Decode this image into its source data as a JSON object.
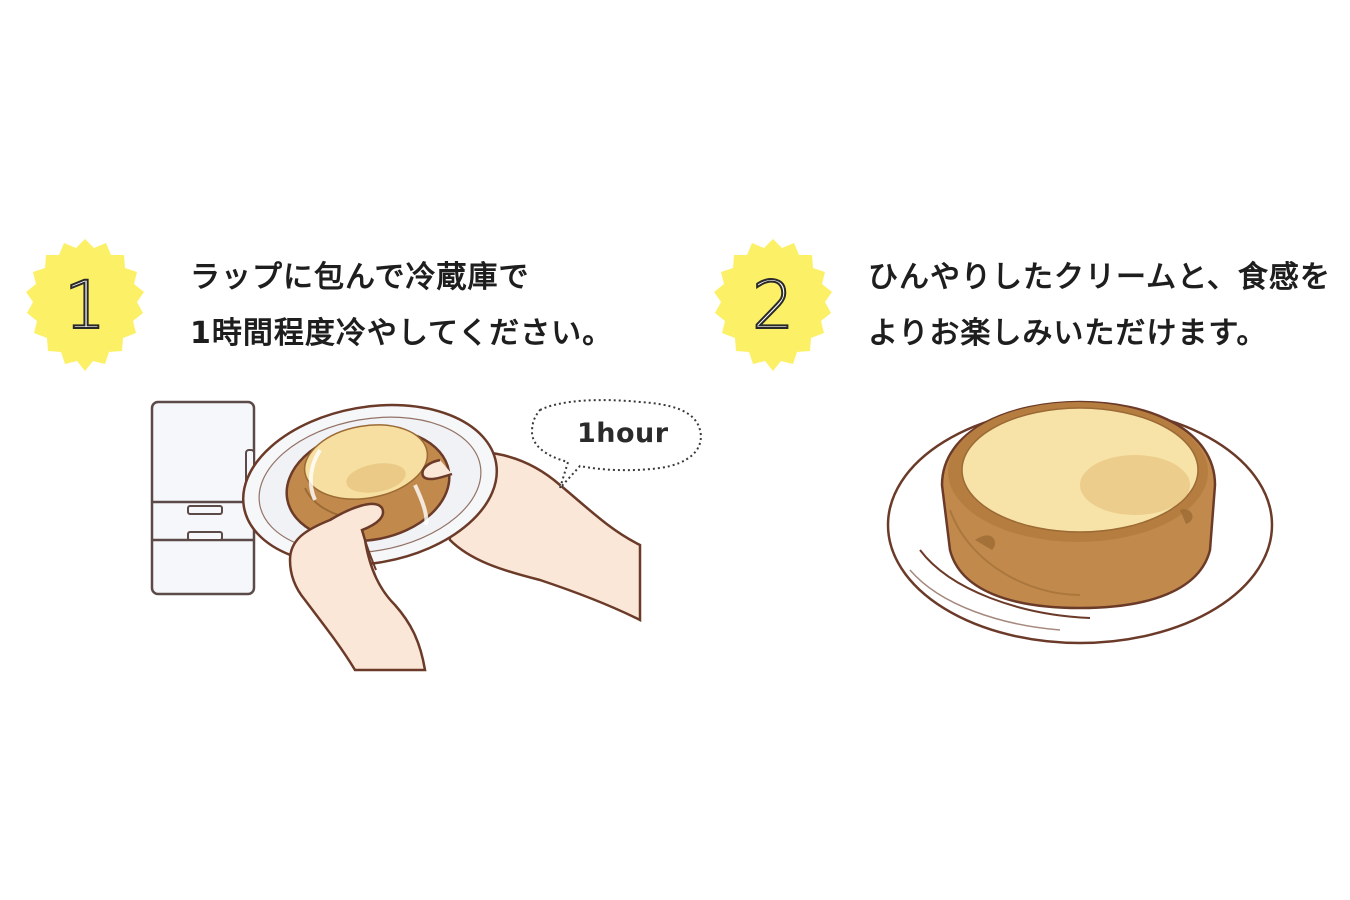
{
  "steps": [
    {
      "number": "1",
      "line1": "ラップに包んで冷蔵庫で",
      "line2": "1時間程度冷やしてください。",
      "bubble": "1hour"
    },
    {
      "number": "2",
      "line1": "ひんやりしたクリームと、食感を",
      "line2": "よりお楽しみいただけます。"
    }
  ],
  "colors": {
    "badge_yellow": "#fcf067",
    "crust": "#c18a4c",
    "crust_dark": "#9c6a34",
    "cream": "#f6dfa0",
    "outline": "#6b3a28",
    "skin": "#fbe7d8",
    "fridge": "#f5f7fa"
  },
  "icons": [
    "refrigerator-icon",
    "hands-holding-plate-illustration",
    "speech-bubble-icon",
    "tart-on-plate-illustration"
  ]
}
